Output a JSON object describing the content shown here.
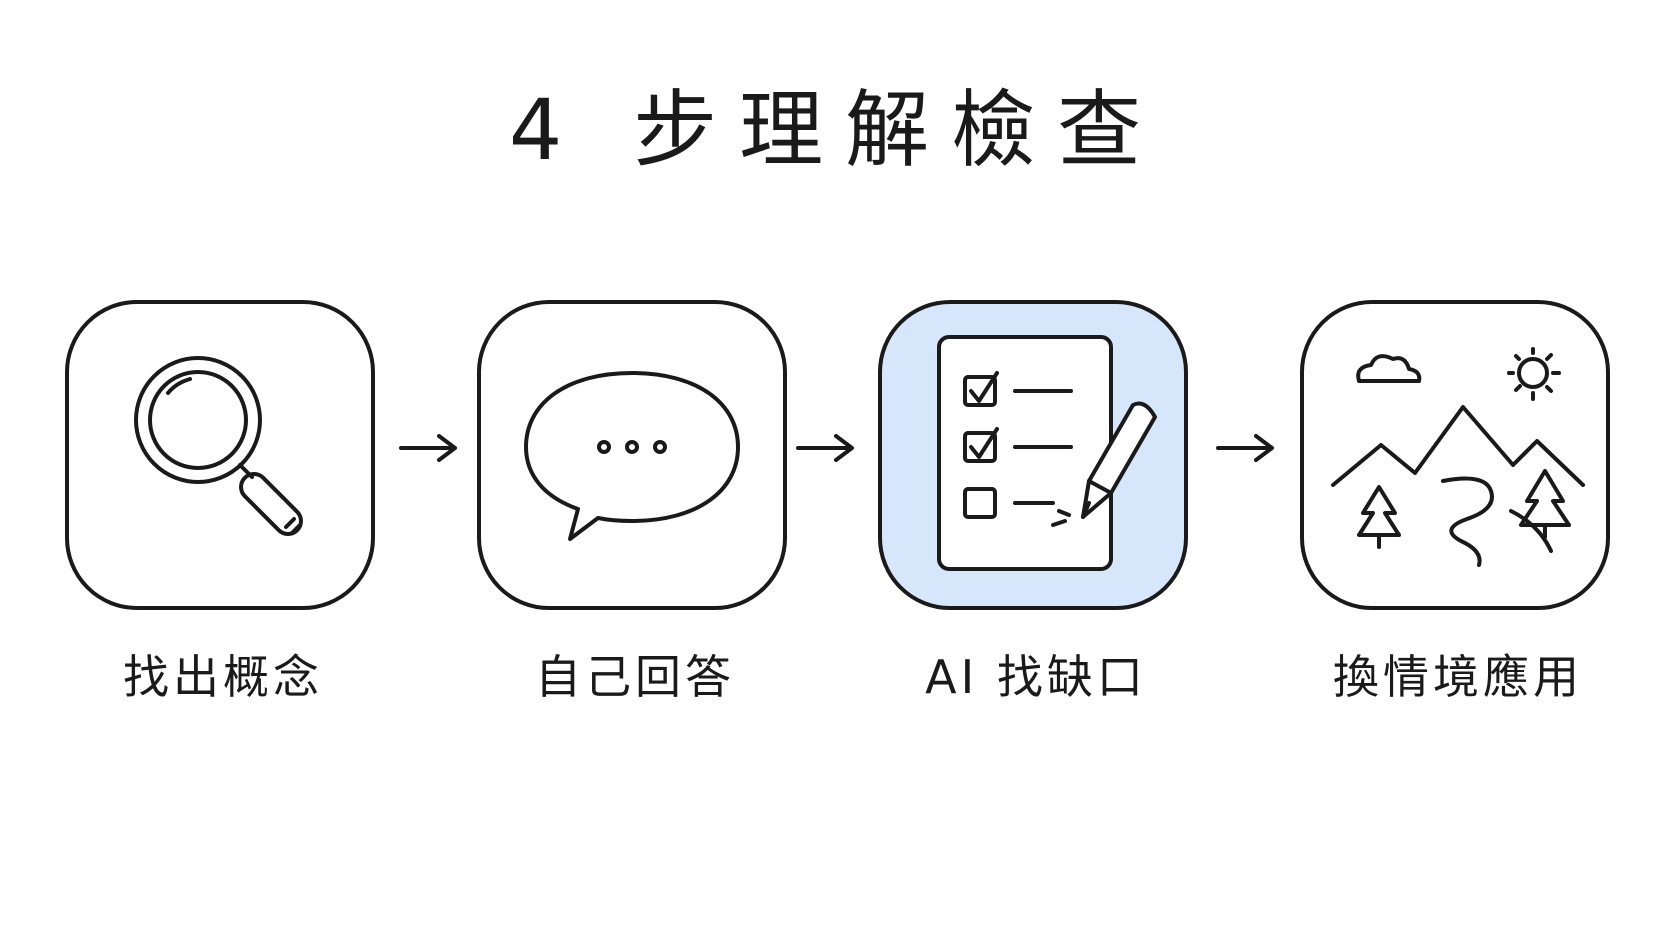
{
  "title": "4 步理解檢查",
  "steps": [
    {
      "label": "找出概念",
      "icon": "magnifying-glass-icon",
      "highlighted": false
    },
    {
      "label": "自己回答",
      "icon": "speech-bubble-icon",
      "highlighted": false
    },
    {
      "label": "AI 找缺口",
      "icon": "checklist-pencil-icon",
      "highlighted": true
    },
    {
      "label": "換情境應用",
      "icon": "landscape-icon",
      "highlighted": false
    }
  ],
  "colors": {
    "stroke": "#1a1a1a",
    "highlight": "#d6e6fb",
    "background": "#ffffff"
  }
}
